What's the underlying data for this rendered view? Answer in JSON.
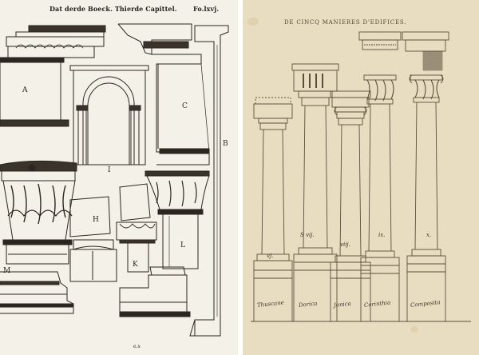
{
  "left_page": {
    "header": {
      "title": "Dat derde Boeck. Thierde Capittel.",
      "folio": "Fo.lxvj."
    },
    "figure_labels": {
      "a": "A",
      "b": "B",
      "c": "C",
      "h": "H",
      "i": "I",
      "k": "K",
      "l": "L",
      "m": "M"
    },
    "signature": "e.s"
  },
  "right_page": {
    "header": {
      "title": "DE CINCQ MANIERES D'EDIFICES."
    },
    "orders": [
      {
        "numeral": "vj.",
        "caption": "Thuscane"
      },
      {
        "numeral": "S vij.",
        "caption": "Dorica"
      },
      {
        "numeral": "viij.",
        "caption": "Jonica"
      },
      {
        "numeral": "ix.",
        "caption": "Corinthia"
      },
      {
        "numeral": "x.",
        "caption": "Composita"
      }
    ]
  }
}
